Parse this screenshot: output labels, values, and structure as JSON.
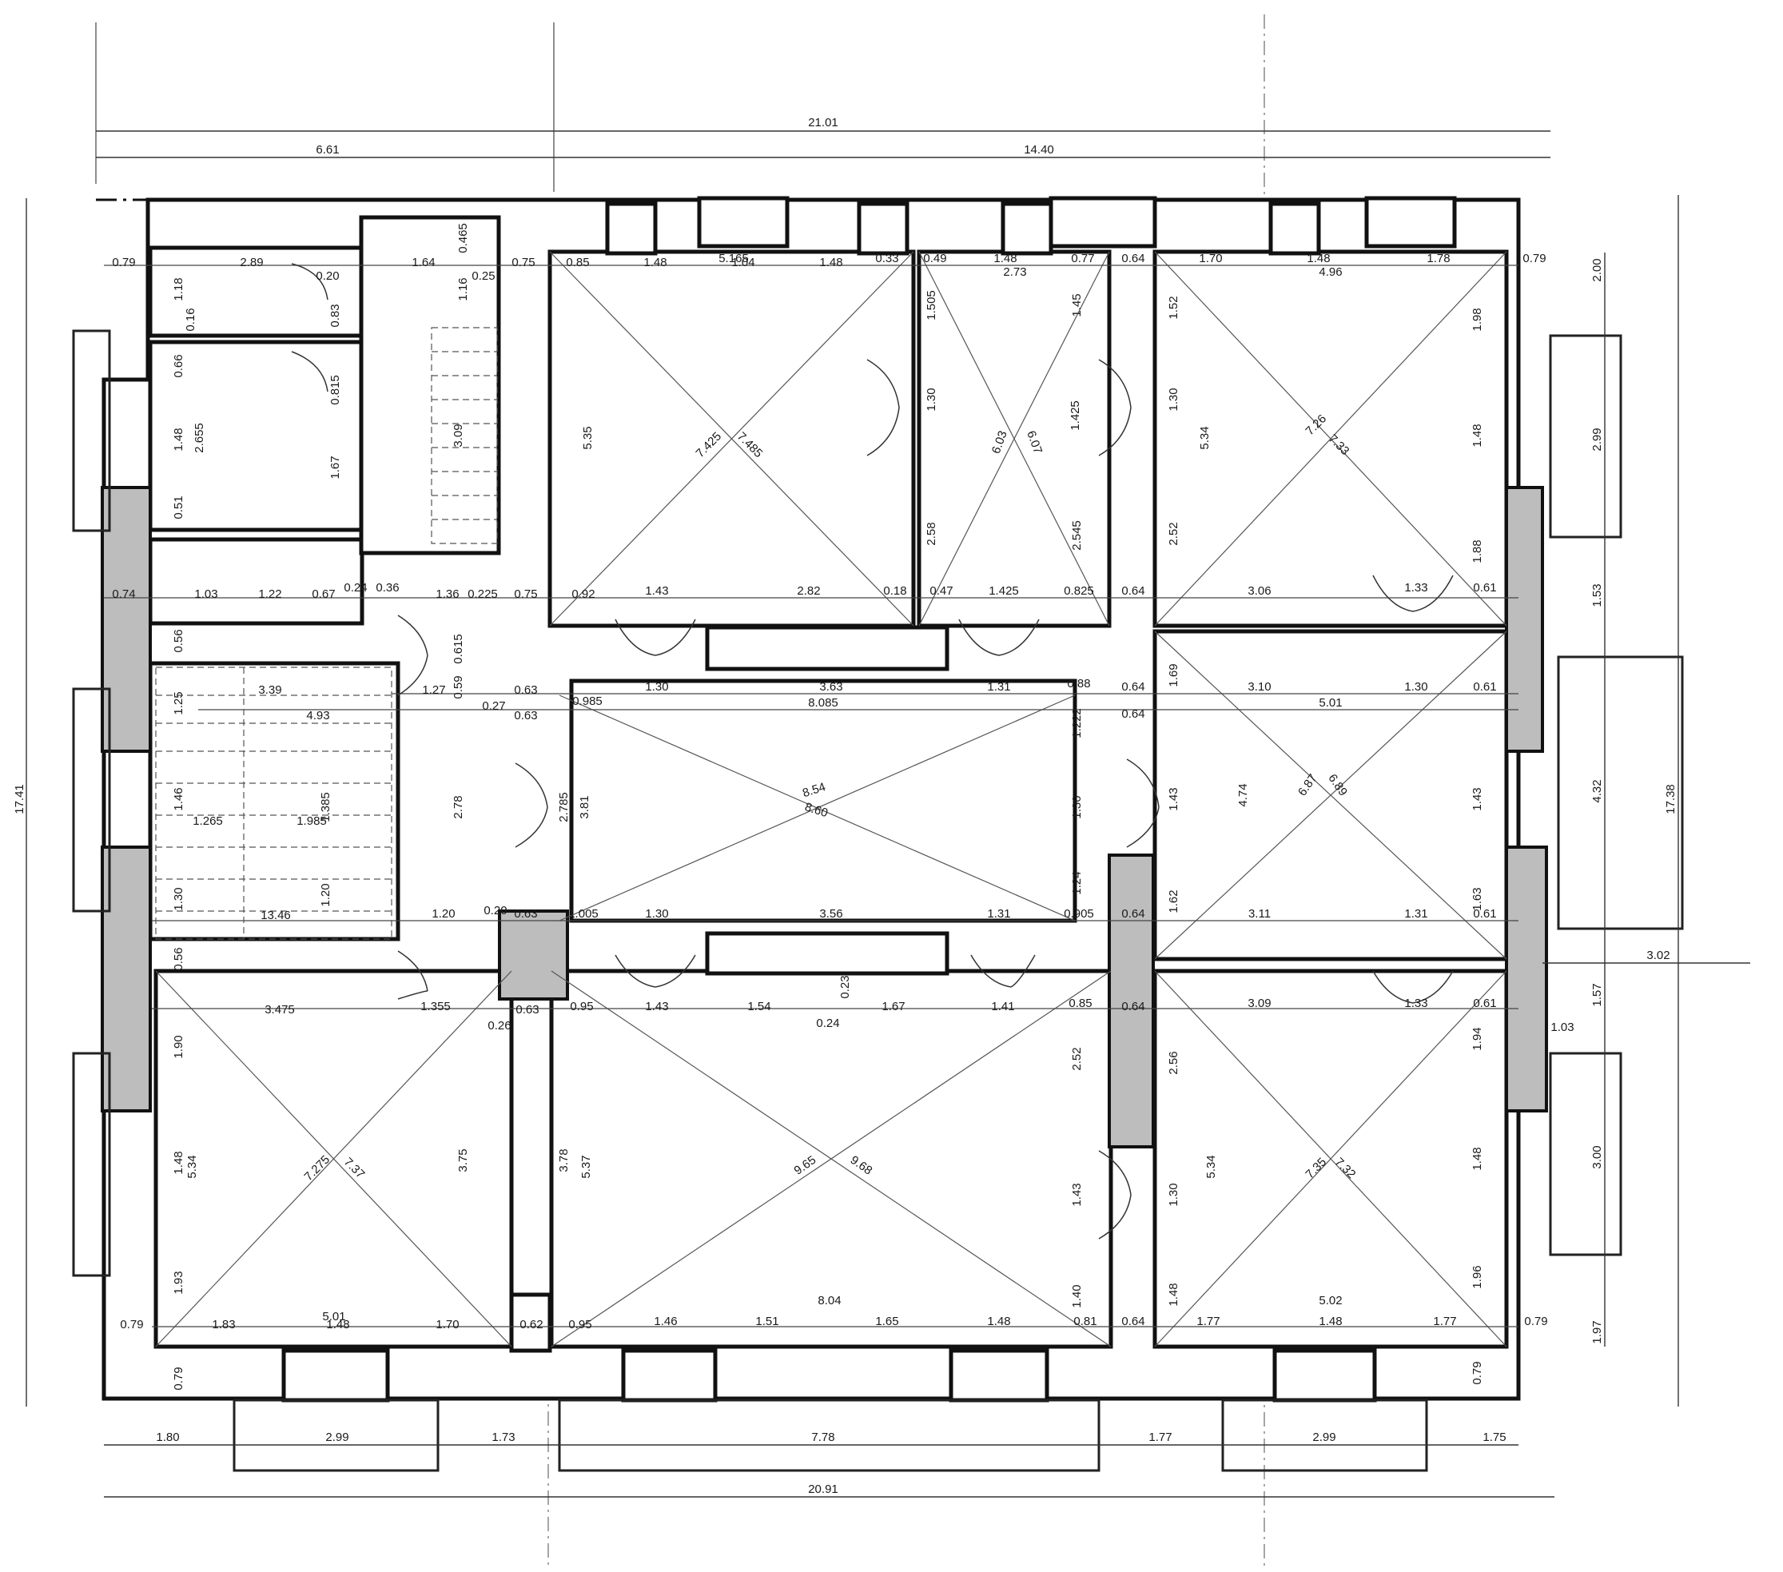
{
  "drawing": {
    "overall": {
      "top_total": "21.01",
      "top_left": "6.61",
      "top_right": "14.40",
      "bottom_total": "20.91",
      "left_total": "17.41",
      "right_total": "17.38",
      "right_offset": "3.02"
    },
    "right_chain": [
      "2.00",
      "2.99",
      "1.53",
      "4.32",
      "1.57",
      "1.03",
      "3.00",
      "1.97"
    ],
    "bottom_chain": [
      "1.80",
      "2.99",
      "1.73",
      "7.78",
      "1.77",
      "2.99",
      "1.75"
    ],
    "rooms": [
      {
        "w": "5.165",
        "h": "5.35",
        "d1": "7.425",
        "d2": "7.485"
      },
      {
        "w": "2.73",
        "h": "1.425",
        "d1": "6.03",
        "d2": "6.07"
      },
      {
        "w": "4.96",
        "h": "5.34",
        "d1": "7.26",
        "d2": "7.33"
      },
      {
        "w": "8.085",
        "h": "2.785",
        "d1": "8.54",
        "d2": "8.60"
      },
      {
        "w": "5.01",
        "h": "4.74",
        "d1": "6.87",
        "d2": "6.89"
      },
      {
        "w": "5.01",
        "h": "5.34",
        "d1": "7.275",
        "d2": "7.37"
      },
      {
        "w": "8.04",
        "h": "5.37",
        "d1": "9.65",
        "d2": "9.68"
      },
      {
        "w": "5.02",
        "h": "5.34",
        "d1": "7.35",
        "d2": "7.32"
      }
    ],
    "labels": {
      "top_row": [
        "0.79",
        "2.89",
        "1.64",
        "0.75",
        "0.85",
        "1.48",
        "1.04",
        "1.48",
        "0.33",
        "0.49",
        "1.48",
        "0.77",
        "0.64",
        "1.70",
        "1.48",
        "1.78",
        "0.79"
      ],
      "row_1": [
        "0.74",
        "1.03",
        "1.22",
        "0.67",
        "0.24",
        "0.36",
        "1.36",
        "0.225",
        "0.75",
        "0.92",
        "1.43",
        "2.82",
        "0.18",
        "0.47",
        "1.425",
        "0.825",
        "0.64",
        "3.06",
        "1.33",
        "0.61"
      ],
      "row_2": [
        "3.39",
        "1.27",
        "0.63",
        "1.30",
        "3.63",
        "1.31",
        "0.88",
        "0.64",
        "3.10",
        "1.30",
        "0.61"
      ],
      "row_3": [
        "4.93",
        "0.27",
        "0.63",
        "0.985",
        "0.64",
        "1.985",
        "1.265"
      ],
      "row_4": [
        "13.46",
        "1.20",
        "0.20",
        "0.63",
        "1.005",
        "1.30",
        "3.56",
        "1.31",
        "0.905",
        "0.64",
        "3.11",
        "1.31",
        "0.61"
      ],
      "row_5": [
        "3.475",
        "1.355",
        "0.63",
        "0.95",
        "1.43",
        "1.54",
        "1.67",
        "1.41",
        "0.85",
        "0.64",
        "3.09",
        "1.33",
        "0.61",
        "0.24",
        "0.26"
      ],
      "row_6": [
        "0.79",
        "1.83",
        "1.48",
        "1.70",
        "0.62",
        "0.95",
        "1.46",
        "1.51",
        "1.65",
        "1.48",
        "0.81",
        "0.64",
        "1.77",
        "1.48",
        "1.77",
        "0.79"
      ],
      "vertical_left": [
        "1.18",
        "0.16",
        "0.66",
        "1.48",
        "0.51",
        "0.56",
        "1.25",
        "1.46",
        "1.30",
        "0.56",
        "1.90",
        "1.48",
        "1.93",
        "0.79"
      ],
      "vertical_misc": [
        "2.655",
        "1.67",
        "0.815",
        "0.83",
        "0.20",
        "1.16",
        "0.465",
        "0.25",
        "3.09",
        "2.78",
        "0.615",
        "0.59",
        "3.81",
        "3.75",
        "3.78",
        "1.30",
        "2.58",
        "1.505",
        "1.45",
        "2.545",
        "1.52",
        "1.30",
        "2.52",
        "1.98",
        "1.48",
        "1.88",
        "1.69",
        "1.43",
        "1.62",
        "1.43",
        "1.63",
        "2.56",
        "1.30",
        "1.94",
        "1.48",
        "1.96",
        "1.48",
        "0.79",
        "1.222",
        "1.24",
        "1.30",
        "2.52",
        "1.43",
        "1.40",
        "1.385",
        "1.20",
        "0.23"
      ]
    }
  }
}
